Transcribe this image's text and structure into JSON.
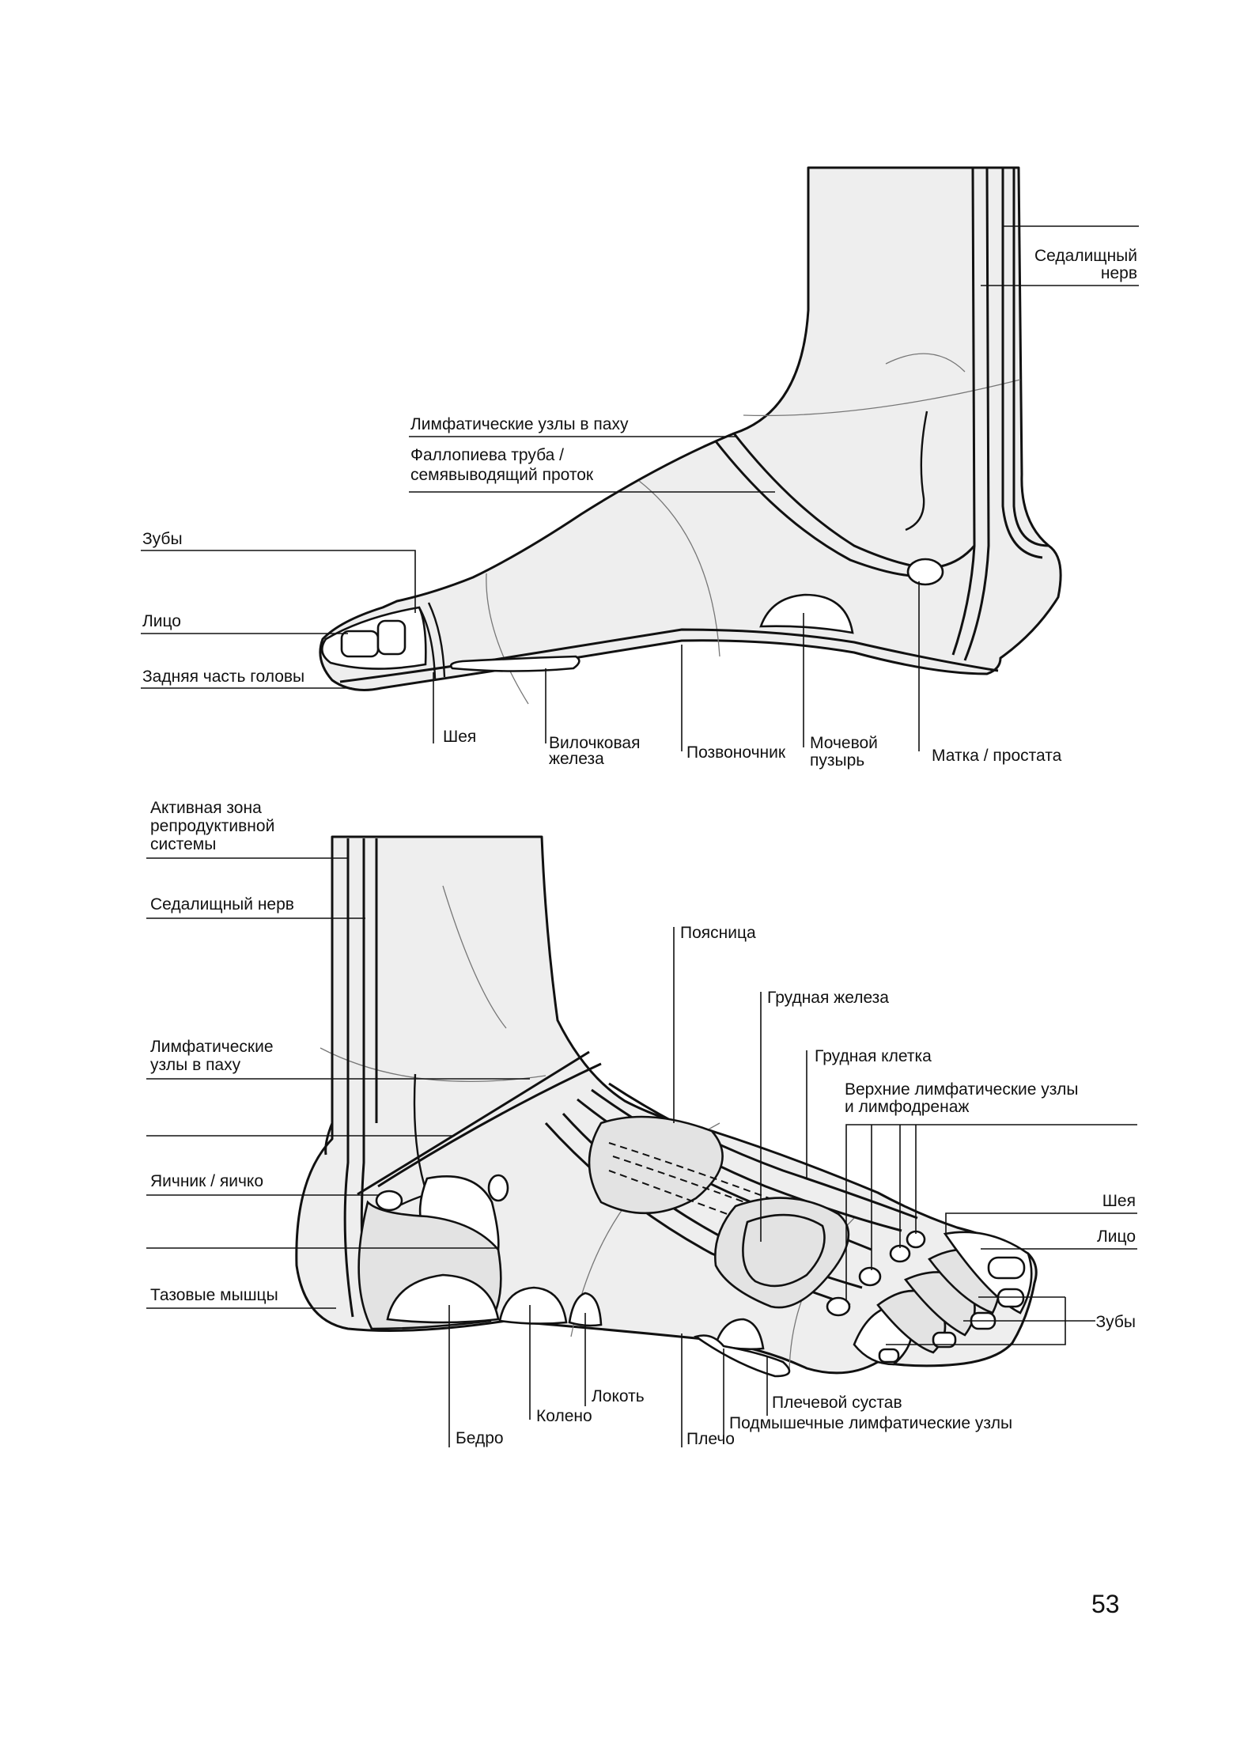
{
  "page_number": "53",
  "top_diagram": {
    "labels": {
      "sciatic_nerve": [
        "Седалищный",
        "нерв"
      ],
      "groin_lymph": "Лимфатические узлы в паху",
      "fallopian": [
        "Фаллопиева труба /",
        "семявыводящий проток"
      ],
      "teeth": "Зубы",
      "face": "Лицо",
      "back_of_head": "Задняя часть головы",
      "neck": "Шея",
      "thymus": [
        "Вилочковая",
        "железа"
      ],
      "spine": "Позвоночник",
      "bladder": [
        "Мочевой",
        "пузырь"
      ],
      "uterus": "Матка / простата"
    }
  },
  "bottom_diagram": {
    "labels": {
      "reproductive_zone": [
        "Активная зона",
        "репродуктивной",
        "системы"
      ],
      "sciatic_nerve": "Седалищный нерв",
      "groin_lymph": [
        "Лимфатические",
        "узлы в паху"
      ],
      "ovary": "Яичник  / яичко",
      "pelvic_muscles": "Тазовые мышцы",
      "lower_back": "Поясница",
      "breast": "Грудная железа",
      "chest": "Грудная клетка",
      "upper_lymph": [
        "Верхние лимфатические узлы",
        "и лимфодренаж"
      ],
      "neck": "Шея",
      "face": "Лицо",
      "teeth": "Зубы",
      "shoulder_joint": "Плечевой сустав",
      "axillary_lymph": "Подмышечные лимфатические узлы",
      "shoulder": "Плечо",
      "elbow": "Локоть",
      "knee": "Колено",
      "hip": "Бедро"
    }
  }
}
